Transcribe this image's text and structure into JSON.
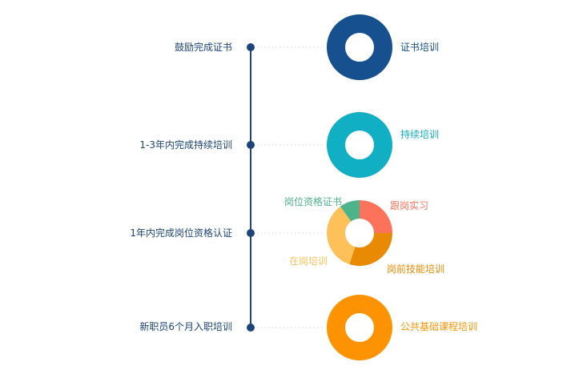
{
  "stages": [
    {
      "label": "鼓励完成证书",
      "ring_label": "证书培训",
      "ring_color": "#16508e"
    },
    {
      "label": "1-3年内完成持续培训",
      "ring_label": "持续培训",
      "ring_color": "#11afc3"
    },
    {
      "label": "1年内完成岗位资格认证",
      "segments": [
        {
          "label": "跟岗实习",
          "color": "#fd725a",
          "share": 0.25
        },
        {
          "label": "岗前技能培训",
          "color": "#e98a05",
          "share": 0.3
        },
        {
          "label": "在岗培训",
          "color": "#fec15a",
          "share": 0.35
        },
        {
          "label": "岗位资格证书",
          "color": "#4db38a",
          "share": 0.1
        }
      ]
    },
    {
      "label": "新职员6个月入职培训",
      "ring_label": "公共基础课程培训",
      "ring_color": "#fd9303"
    }
  ],
  "colors": {
    "timeline": "#1c4478",
    "dots": "#cfd6df"
  }
}
